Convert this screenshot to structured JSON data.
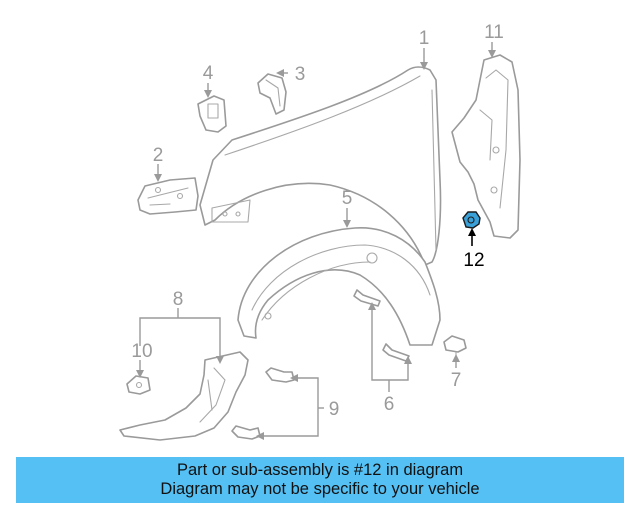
{
  "callouts": {
    "c1": "1",
    "c2": "2",
    "c3": "3",
    "c4": "4",
    "c5": "5",
    "c6": "6",
    "c7": "7",
    "c8": "8",
    "c9": "9",
    "c10": "10",
    "c11": "11",
    "c12": "12"
  },
  "banner": {
    "line1": "Part or sub-assembly is #12 in diagram",
    "line2": "Diagram may not be specific to your vehicle",
    "background": "#55c0f4"
  },
  "colors": {
    "line_gray": "#9a9a9a",
    "highlight_part": "#3aa0d8",
    "highlight_text": "#000000"
  }
}
